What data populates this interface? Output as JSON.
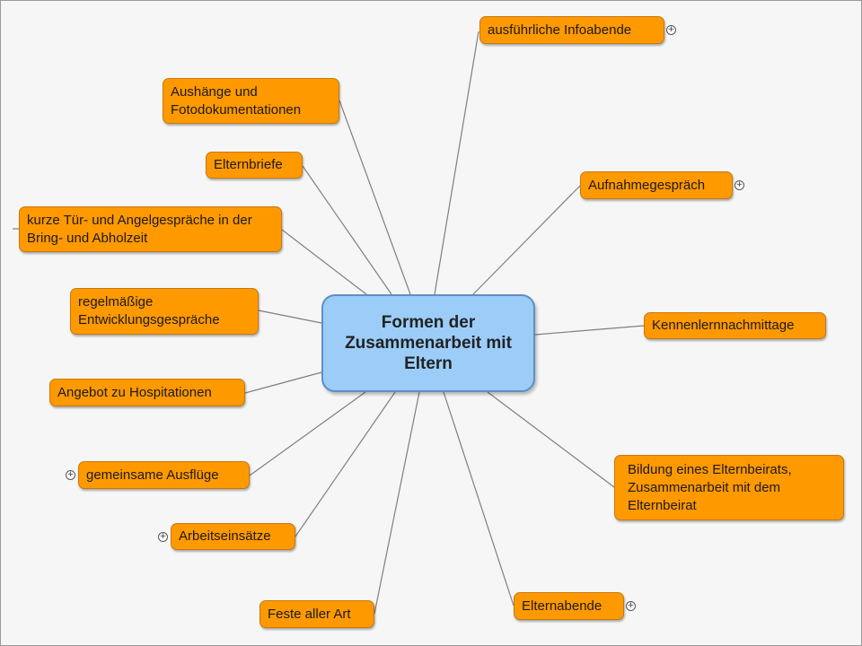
{
  "central_topic": "Formen der Zusammenarbeit mit Eltern",
  "branches": {
    "infoabende": "ausführliche Infoabende",
    "aushaenge": "Aushänge und Fotodokumentationen",
    "elternbriefe": "Elternbriefe",
    "tuer_angel": "kurze Tür- und Angelgespräche in der Bring- und Abholzeit",
    "entwicklung": "regelmäßige Entwicklungsgespräche",
    "hospitation": "Angebot zu Hospitationen",
    "ausfluege": "gemeinsame Ausflüge",
    "arbeitseinsaetze": "Arbeitseinsätze",
    "feste": "Feste aller Art",
    "elternabende": "Elternabende",
    "elternbeirat": "Bildung eines Elternbeirats, Zusammenarbeit mit dem Elternbeirat",
    "kennenlern": "Kennenlernnachmittage",
    "aufnahme": "Aufnahmegespräch"
  },
  "expand_symbol": "+",
  "colors": {
    "branch_fill": "#ff9900",
    "branch_border": "#c9770f",
    "center_fill": "#9ccdf9",
    "center_border": "#5d8fc4",
    "connector": "#7f7f7f"
  }
}
